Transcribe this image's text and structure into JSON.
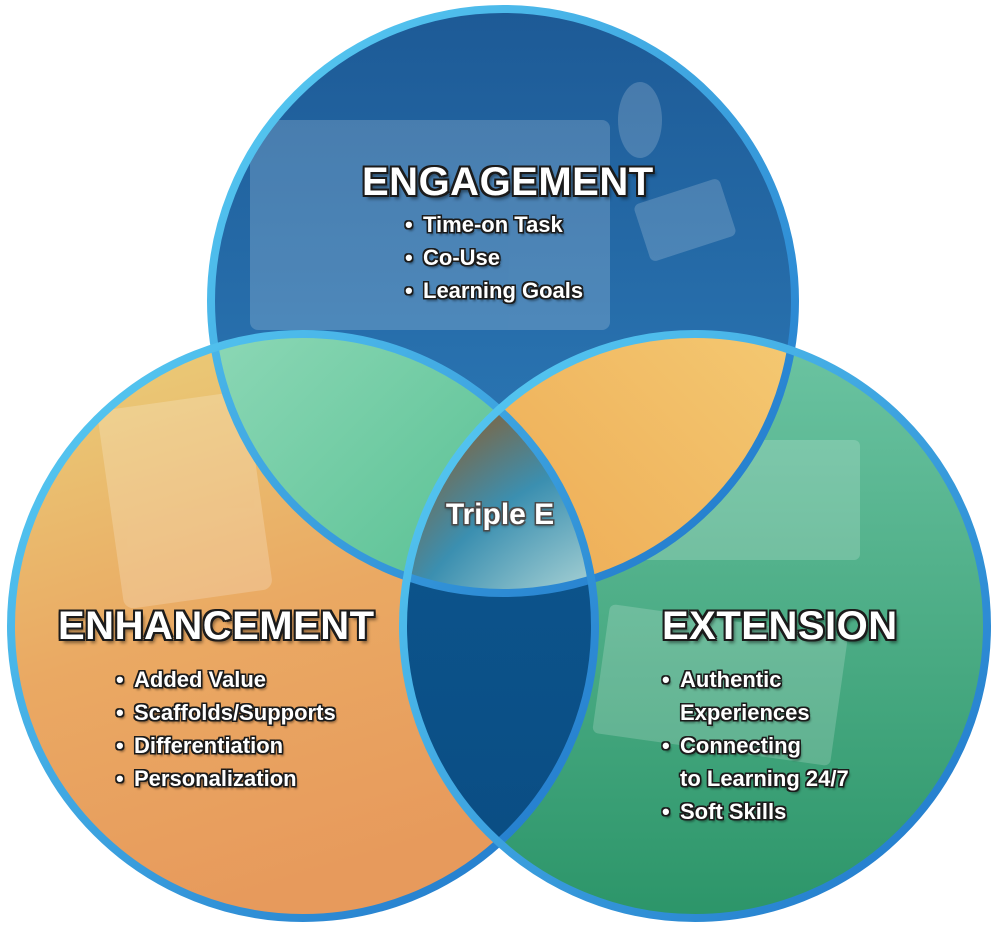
{
  "colors": {
    "ring": "#2e9bdc",
    "engagement_top": "#1f5f9c",
    "engagement_bottom": "#2f7bb8",
    "enhancement_top": "#e8c66a",
    "enhancement_bottom": "#e9a060",
    "extension_top": "#5dbd9a",
    "extension_bottom": "#2f9a6e",
    "overlap_eng_enh": "#6fd0a5",
    "overlap_eng_ext": "#f2b65a",
    "overlap_enh_ext": "#0f5d97",
    "center": "#cfe8d8"
  },
  "circles": {
    "engagement": {
      "title": "ENGAGEMENT",
      "bullets": [
        "Time-on Task",
        "Co-Use",
        "Learning Goals"
      ]
    },
    "enhancement": {
      "title": "ENHANCEMENT",
      "bullets": [
        "Added Value",
        "Scaffolds/Supports",
        "Differentiation",
        "Personalization"
      ]
    },
    "extension": {
      "title": "EXTENSION",
      "bullets": [
        {
          "line1": "Authentic",
          "line2": "Experiences"
        },
        {
          "line1": "Connecting",
          "line2": "to Learning 24/7"
        },
        {
          "line1": "Soft Skills",
          "line2": ""
        }
      ]
    }
  },
  "center": {
    "label": "Triple E"
  }
}
